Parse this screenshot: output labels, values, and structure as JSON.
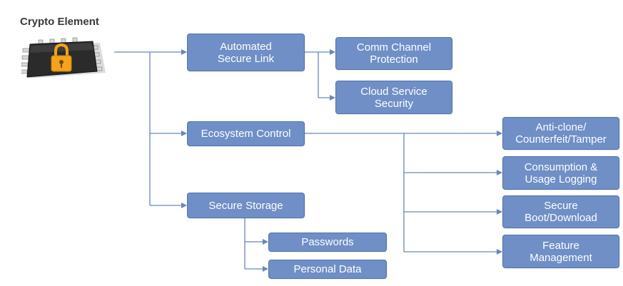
{
  "title": "Crypto Element",
  "colors": {
    "box_fill": "#6f8fc6",
    "box_border": "#5273ad",
    "connector": "#6b86b8",
    "chip_lock": "#f3a31c"
  },
  "icon": "locked-chip-icon",
  "nodes": {
    "automated_secure_link": "Automated\nSecure Link",
    "comm_channel_protection": "Comm Channel\nProtection",
    "cloud_service_security": "Cloud Service\nSecurity",
    "ecosystem_control": "Ecosystem Control",
    "anti_clone": "Anti-clone/\nCounterfeit/Tamper",
    "consumption_usage_logging": "Consumption &\nUsage Logging",
    "secure_boot": "Secure\nBoot/Download",
    "feature_management": "Feature\nManagement",
    "secure_storage": "Secure Storage",
    "passwords": "Passwords",
    "personal_data": "Personal Data"
  }
}
